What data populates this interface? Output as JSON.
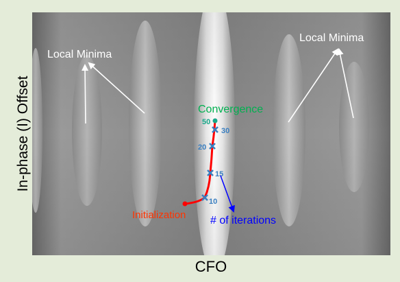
{
  "axes": {
    "xlabel": "CFO",
    "ylabel": "In-phase (I) Offset"
  },
  "annotations": {
    "local_minima_left": "Local Minima",
    "local_minima_right": "Local Minima",
    "convergence": "Convergence",
    "initialization": "Initialization",
    "iterations": "# of iterations"
  },
  "iteration_markers": [
    {
      "label": "50",
      "kind": "dot"
    },
    {
      "label": "30",
      "kind": "cross"
    },
    {
      "label": "20",
      "kind": "cross"
    },
    {
      "label": "15",
      "kind": "cross"
    },
    {
      "label": "10",
      "kind": "cross"
    }
  ],
  "colors": {
    "background": "#e4ecd9",
    "path": "#ff0000",
    "convergence": "#00b050",
    "initialization": "#ff3300",
    "iterations_arrow": "#0000ff",
    "marker": "#3a7fc0",
    "convergence_dot": "#1aa88a",
    "annotation_arrow": "#ffffff"
  }
}
